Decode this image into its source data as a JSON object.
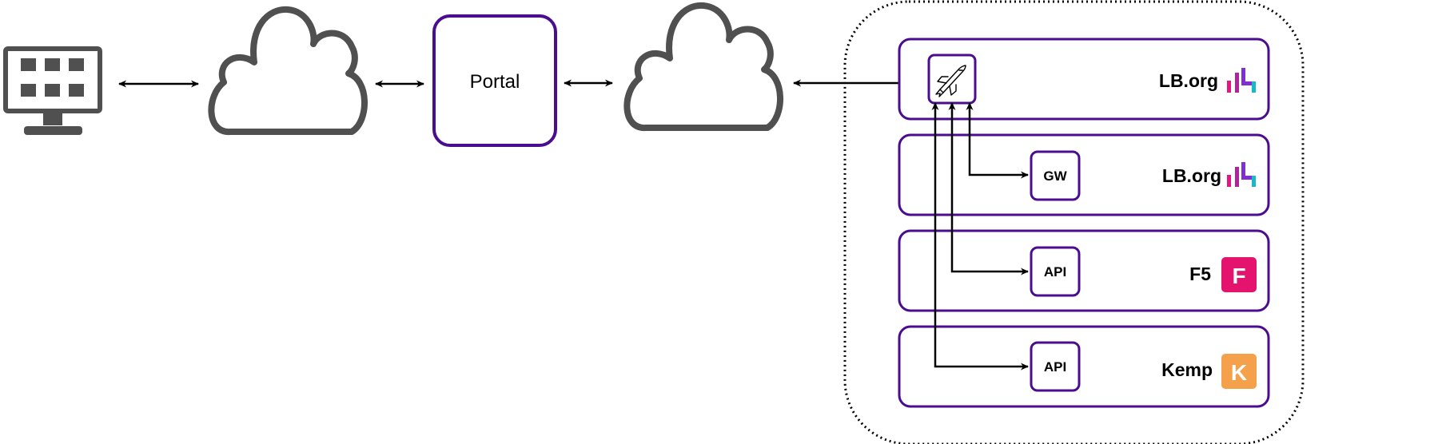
{
  "nodes": {
    "portal": {
      "label": "Portal"
    },
    "rows": [
      {
        "brand": "LB.org",
        "logo": "lb-org-logo"
      },
      {
        "brand": "LB.org",
        "logo": "lb-org-logo",
        "component": "GW"
      },
      {
        "brand": "F5",
        "logo": "f5-logo",
        "logo_letter": "F",
        "component": "API"
      },
      {
        "brand": "Kemp",
        "logo": "kemp-logo",
        "logo_letter": "K",
        "component": "API"
      }
    ],
    "launcher": {
      "icon": "rocket-icon"
    }
  },
  "icons": {
    "client": "desktop-monitor-icon",
    "cloud": "cloud-icon"
  },
  "colors": {
    "accent": "#4b0d8f",
    "icon_gray": "#505050",
    "f5_pink": "#e4146e",
    "kemp_orange": "#f5a04a",
    "lb_pink": "#e6157f",
    "lb_purple": "#7f2fd4",
    "lb_teal": "#1ab7c9"
  }
}
